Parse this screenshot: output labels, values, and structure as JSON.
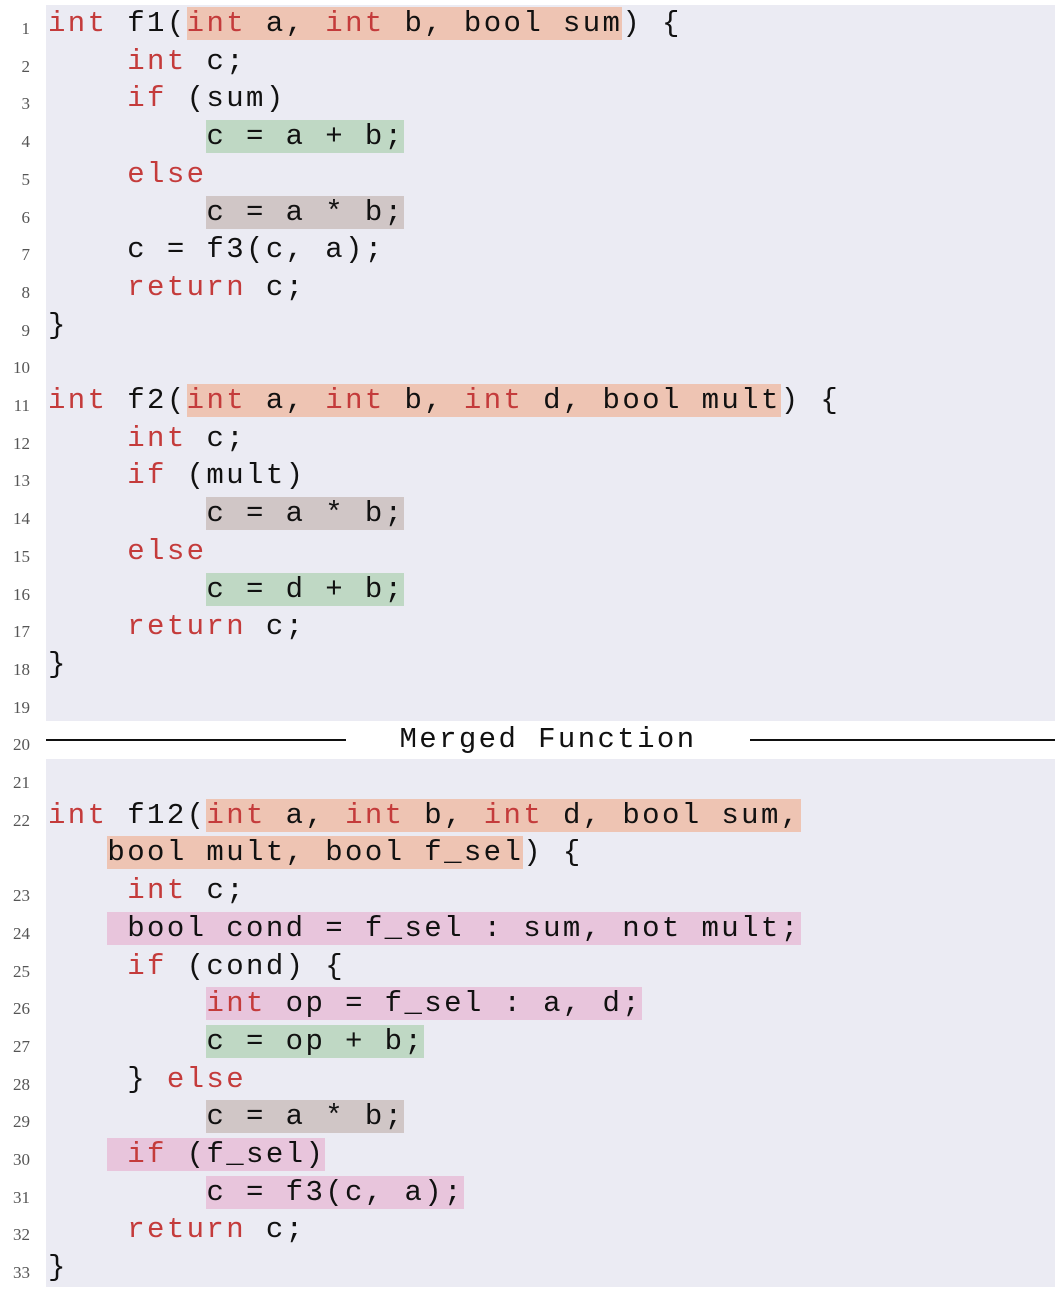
{
  "separator_title": "Merged Function",
  "colors": {
    "keyword": "#c43b3b",
    "code_background": "#ebebf3",
    "highlight_orange": "#eec4b3",
    "highlight_green": "#bfd8c4",
    "highlight_gray": "#d0c6c6",
    "highlight_pink": "#e8c5dc"
  },
  "lines": [
    {
      "n": "1",
      "parts": [
        [
          "int",
          "kw"
        ],
        [
          " f1("
        ],
        [
          "int",
          "kw",
          "orange"
        ],
        [
          " a, ",
          "",
          "orange"
        ],
        [
          "int",
          "kw",
          "orange"
        ],
        [
          " b, bool sum",
          "",
          "orange"
        ],
        [
          ") {"
        ]
      ]
    },
    {
      "n": "2",
      "indent": 4,
      "parts": [
        [
          "int",
          "kw"
        ],
        [
          " c;"
        ]
      ]
    },
    {
      "n": "3",
      "indent": 4,
      "parts": [
        [
          "if",
          "kw"
        ],
        [
          " (sum)"
        ]
      ]
    },
    {
      "n": "4",
      "indent": 8,
      "parts": [
        [
          "c = a + b;",
          "",
          "green"
        ]
      ]
    },
    {
      "n": "5",
      "indent": 4,
      "parts": [
        [
          "else",
          "kw"
        ]
      ]
    },
    {
      "n": "6",
      "indent": 8,
      "parts": [
        [
          "c = a * b;",
          "",
          "gray"
        ]
      ]
    },
    {
      "n": "7",
      "indent": 4,
      "parts": [
        [
          "c = f3(c, a);"
        ]
      ]
    },
    {
      "n": "8",
      "indent": 4,
      "parts": [
        [
          "return",
          "kw"
        ],
        [
          " c;"
        ]
      ]
    },
    {
      "n": "9",
      "parts": [
        [
          "}"
        ]
      ]
    },
    {
      "n": "10",
      "parts": []
    },
    {
      "n": "11",
      "parts": [
        [
          "int",
          "kw"
        ],
        [
          " f2("
        ],
        [
          "int",
          "kw",
          "orange"
        ],
        [
          " a, ",
          "",
          "orange"
        ],
        [
          "int",
          "kw",
          "orange"
        ],
        [
          " b, ",
          "",
          "orange"
        ],
        [
          "int",
          "kw",
          "orange"
        ],
        [
          " d, bool mult",
          "",
          "orange"
        ],
        [
          ") {"
        ]
      ]
    },
    {
      "n": "12",
      "indent": 4,
      "parts": [
        [
          "int",
          "kw"
        ],
        [
          " c;"
        ]
      ]
    },
    {
      "n": "13",
      "indent": 4,
      "parts": [
        [
          "if",
          "kw"
        ],
        [
          " (mult)"
        ]
      ]
    },
    {
      "n": "14",
      "indent": 8,
      "parts": [
        [
          "c = a * b;",
          "",
          "gray"
        ]
      ]
    },
    {
      "n": "15",
      "indent": 4,
      "parts": [
        [
          "else",
          "kw"
        ]
      ]
    },
    {
      "n": "16",
      "indent": 8,
      "parts": [
        [
          "c = d + b;",
          "",
          "green"
        ]
      ]
    },
    {
      "n": "17",
      "indent": 4,
      "parts": [
        [
          "return",
          "kw"
        ],
        [
          " c;"
        ]
      ]
    },
    {
      "n": "18",
      "parts": [
        [
          "}"
        ]
      ]
    },
    {
      "n": "19",
      "parts": []
    },
    {
      "n": "20",
      "separator": true
    },
    {
      "n": "21",
      "parts": []
    },
    {
      "n": "22",
      "parts": [
        [
          "int",
          "kw"
        ],
        [
          " f12("
        ],
        [
          "int",
          "kw",
          "orange"
        ],
        [
          " a, ",
          "",
          "orange"
        ],
        [
          "int",
          "kw",
          "orange"
        ],
        [
          " b, ",
          "",
          "orange"
        ],
        [
          "int",
          "kw",
          "orange"
        ],
        [
          " d, bool sum,",
          "",
          "orange"
        ]
      ]
    },
    {
      "n": "",
      "indent": 3,
      "parts": [
        [
          "bool mult, bool f_sel",
          "",
          "orange"
        ],
        [
          ") {"
        ]
      ]
    },
    {
      "n": "23",
      "indent": 4,
      "parts": [
        [
          "int",
          "kw"
        ],
        [
          " c;"
        ]
      ]
    },
    {
      "n": "24",
      "indent": 3,
      "parts": [
        [
          " bool cond = f_sel : sum, not mult;",
          "",
          "pink"
        ]
      ]
    },
    {
      "n": "25",
      "indent": 4,
      "parts": [
        [
          "if",
          "kw"
        ],
        [
          " (cond) {"
        ]
      ]
    },
    {
      "n": "26",
      "indent": 8,
      "parts": [
        [
          "int",
          "kw",
          "pink"
        ],
        [
          " op = f_sel : a, d;",
          "",
          "pink"
        ]
      ]
    },
    {
      "n": "27",
      "indent": 8,
      "parts": [
        [
          "c = op + b;",
          "",
          "green"
        ]
      ]
    },
    {
      "n": "28",
      "indent": 4,
      "parts": [
        [
          "} "
        ],
        [
          "else",
          "kw"
        ]
      ]
    },
    {
      "n": "29",
      "indent": 8,
      "parts": [
        [
          "c = a * b;",
          "",
          "gray"
        ]
      ]
    },
    {
      "n": "30",
      "indent": 3,
      "parts": [
        [
          " if",
          "kw",
          "pink"
        ],
        [
          " (f_sel)",
          "",
          "pink"
        ]
      ]
    },
    {
      "n": "31",
      "indent": 8,
      "parts": [
        [
          "c = f3(c, a);",
          "",
          "pink"
        ]
      ]
    },
    {
      "n": "32",
      "indent": 4,
      "parts": [
        [
          "return",
          "kw"
        ],
        [
          " c;"
        ]
      ]
    },
    {
      "n": "33",
      "parts": [
        [
          "}"
        ]
      ]
    }
  ]
}
